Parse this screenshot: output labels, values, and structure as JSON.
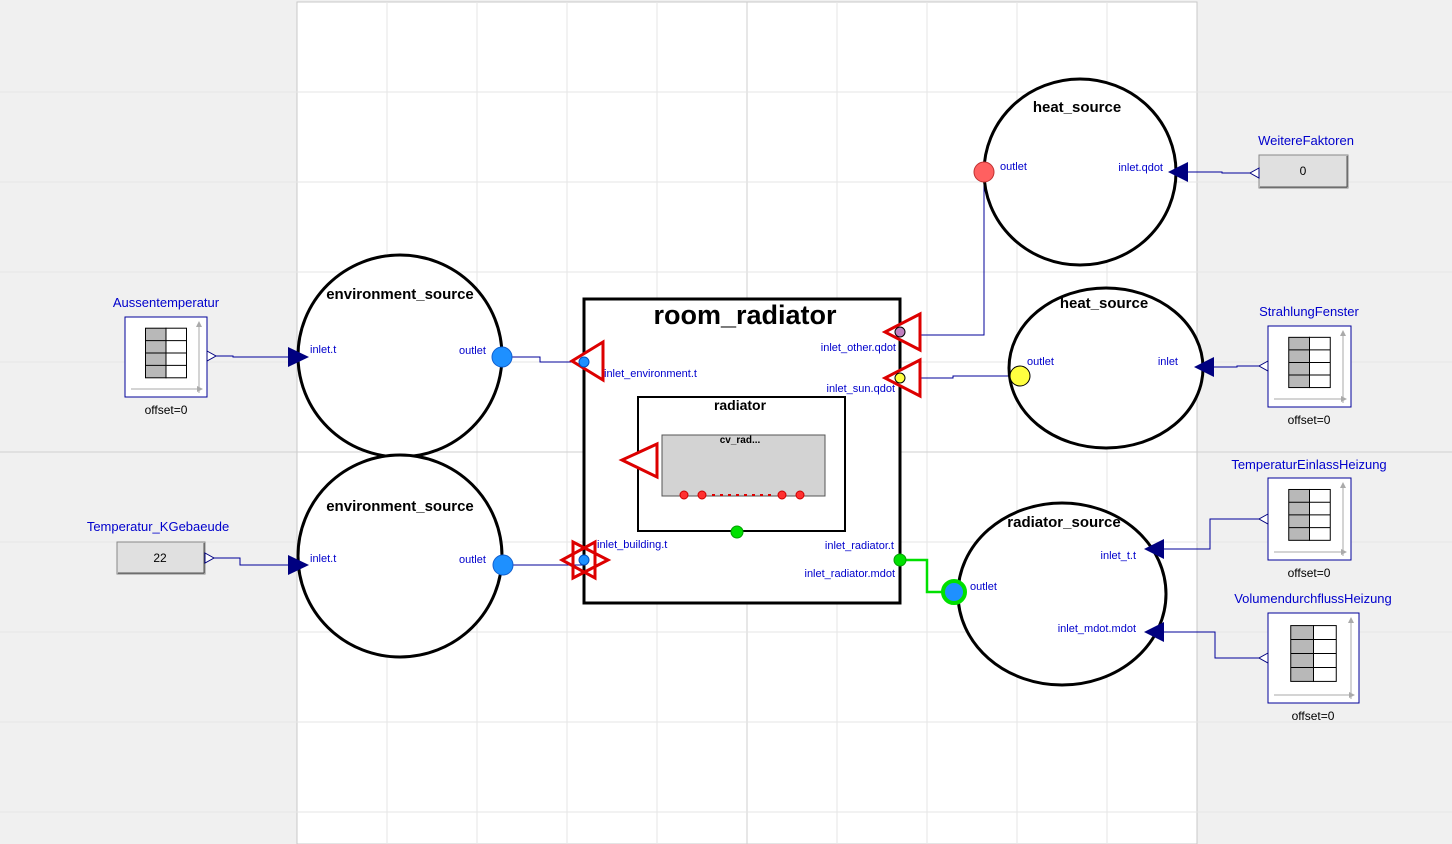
{
  "diagram": {
    "room": {
      "title": "room_radiator",
      "ports": {
        "inlet_environment": "inlet_environment.t",
        "inlet_building": "inlet_building.t",
        "inlet_other": "inlet_other.qdot",
        "inlet_sun": "inlet_sun.qdot",
        "inlet_radiator_t": "inlet_radiator.t",
        "inlet_radiator_mdot": "inlet_radiator.mdot"
      }
    },
    "radiator": {
      "title": "radiator",
      "cv_label": "cv_rad..."
    },
    "env_source_1": {
      "title": "environment_source",
      "inlet": "inlet.t",
      "outlet": "outlet"
    },
    "env_source_2": {
      "title": "environment_source",
      "inlet": "inlet.t",
      "outlet": "outlet"
    },
    "heat_source_1": {
      "title": "heat_source",
      "outlet": "outlet",
      "inlet": "inlet.qdot"
    },
    "heat_source_2": {
      "title": "heat_source",
      "outlet": "outlet",
      "inlet": "inlet"
    },
    "radiator_source": {
      "title": "radiator_source",
      "inlet_t": "inlet_t.t",
      "inlet_mdot": "inlet_mdot.mdot",
      "outlet": "outlet"
    },
    "sources": {
      "aussentemperatur": {
        "name": "Aussentemperatur",
        "param": "offset=0"
      },
      "temperatur_kgebaeude": {
        "name": "Temperatur_KGebaeude",
        "value": "22"
      },
      "weitere_faktoren": {
        "name": "WeitereFaktoren",
        "value": "0"
      },
      "strahlung_fenster": {
        "name": "StrahlungFenster",
        "param": "offset=0"
      },
      "temperatur_einlass": {
        "name": "TemperaturEinlassHeizung",
        "param": "offset=0"
      },
      "volumendurchfluss": {
        "name": "VolumendurchflussHeizung",
        "param": "offset=0"
      }
    },
    "colors": {
      "background": "#f0f0f0",
      "diagram_area": "#ffffff",
      "connector": "#00009a",
      "signal_arrow": "#000080",
      "fluid_line": "#00e000",
      "port_red": "#dd0000",
      "port_blue": "#1e90ff",
      "heat_port": "#ff6060",
      "sun_port": "#ffff40"
    }
  }
}
